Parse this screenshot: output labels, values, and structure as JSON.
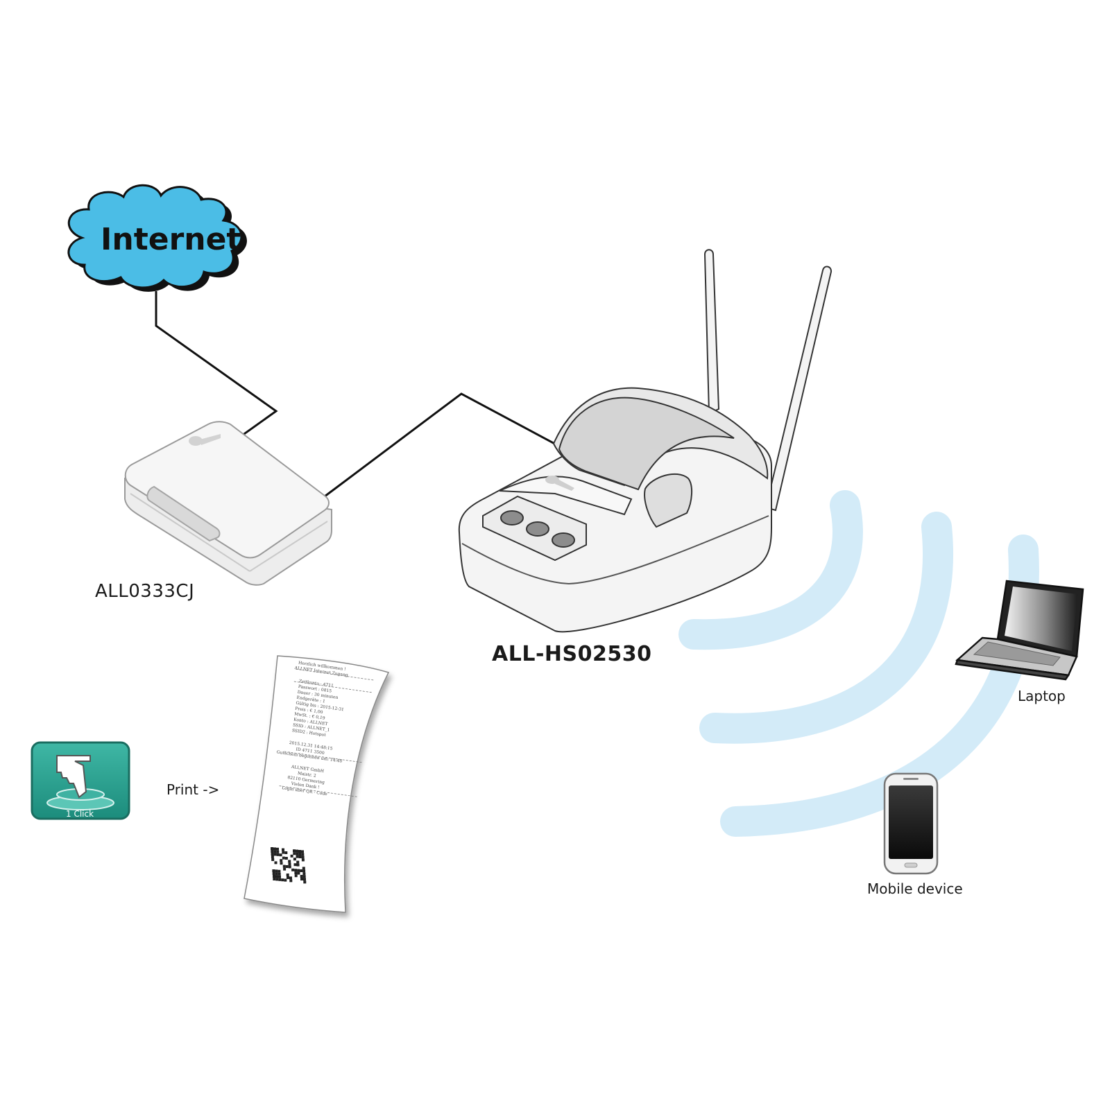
{
  "cloud": {
    "label": "Internet",
    "color": "#4bbde6"
  },
  "router": {
    "label": "ALL0333CJ"
  },
  "printer": {
    "label": "ALL-HS02530"
  },
  "laptop": {
    "label": "Laptop"
  },
  "mobile": {
    "label": "Mobile device"
  },
  "print_action": {
    "label": "Print ->",
    "button_label": "1 Click",
    "button_color": "#27a090"
  },
  "wifi": {
    "color": "#d3ebf8"
  },
  "receipt": {
    "lines": [
      "Herzlich willkommen !",
      "ALLNET Internet Zugang",
      "Zeitkonto : 4711",
      "Passwort : 0815",
      "Dauer : 30 minuten",
      "Endgeräte : 1",
      "Gültig bis : 2015-12-31",
      "Preis : € 1,00",
      "MwSt. : € 0,19",
      "Konto : ALLNET",
      "SSID : ALLNET_1",
      "SSID2 : Hotspot",
      "2015.12.31 14:48:15",
      "ID 4711 3500",
      "Gutschein begonnen um: 14:48",
      "ALLNET GmbH",
      "Maistr. 2",
      "82110 Germering",
      "Vielen Dank !",
      "Login über QR - Code"
    ]
  }
}
